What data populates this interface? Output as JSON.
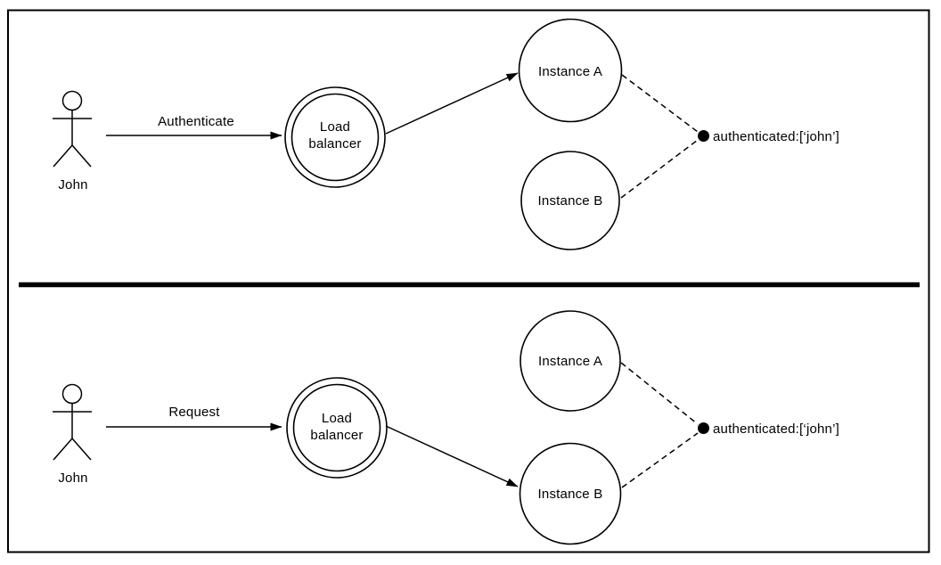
{
  "colors": {
    "stroke": "#000000",
    "background": "#ffffff",
    "divider": "#000000"
  },
  "panels": [
    {
      "id": "authenticate-flow",
      "actor_label": "John",
      "arrow_label": "Authenticate",
      "load_balancer_label": [
        "Load",
        "balancer"
      ],
      "instance_a_label": "Instance A",
      "instance_b_label": "Instance B",
      "state_label": "authenticated:[‘john’]"
    },
    {
      "id": "request-flow",
      "actor_label": "John",
      "arrow_label": "Request",
      "load_balancer_label": [
        "Load",
        "balancer"
      ],
      "instance_a_label": "Instance A",
      "instance_b_label": "Instance B",
      "state_label": "authenticated:[‘john’]"
    }
  ]
}
